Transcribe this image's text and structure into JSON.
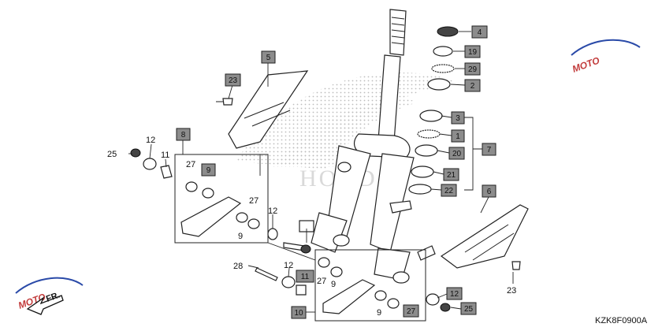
{
  "diagram_code": "KZK8F0900A",
  "direction_label": "FR.",
  "watermark_text": "HONDA",
  "logo_text": "MOTO",
  "colors": {
    "box_fill": "#8c8c8c",
    "line": "#222222"
  },
  "callouts": {
    "p4": "4",
    "p19": "19",
    "p29": "29",
    "p2": "2",
    "p5": "5",
    "p23a": "23",
    "p8": "8",
    "p3": "3",
    "p1": "1",
    "p20": "20",
    "p7": "7",
    "p21": "21",
    "p22": "22",
    "p6": "6",
    "p23b": "23",
    "p12a": "12",
    "p11a": "11",
    "p25a": "25",
    "p27a": "27",
    "p9a": "9",
    "p27b": "27",
    "p9b": "9",
    "p12b": "12",
    "p28": "28",
    "p12c": "12",
    "p11b": "11",
    "p27c": "27",
    "p9c": "9",
    "p10": "10",
    "p9d": "9",
    "p27d": "27",
    "p12d": "12",
    "p25b": "25"
  }
}
